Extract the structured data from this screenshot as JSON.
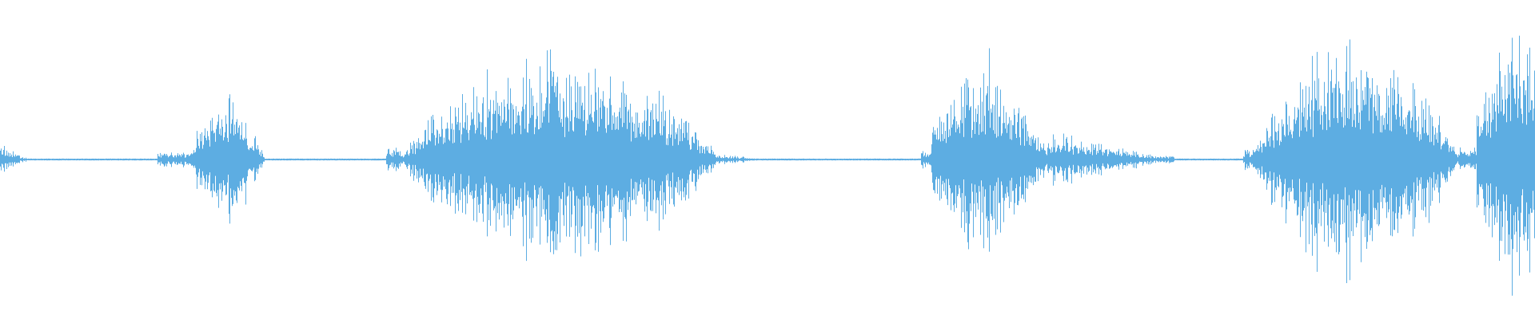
{
  "waveform": {
    "color": "#5DADE2",
    "background": "#FFFFFF",
    "baseline_amplitude": 0.006,
    "spike_density": 0.22,
    "seed": 20240517,
    "segments": [
      {
        "start": 0.0,
        "end": 0.017,
        "peak": 0.09,
        "shape": "decay"
      },
      {
        "start": 0.103,
        "end": 0.125,
        "peak": 0.04,
        "shape": "flat"
      },
      {
        "start": 0.122,
        "end": 0.172,
        "peak": 0.34,
        "shape": "bell"
      },
      {
        "start": 0.252,
        "end": 0.262,
        "peak": 0.06,
        "shape": "flat"
      },
      {
        "start": 0.26,
        "end": 0.468,
        "peak": 0.55,
        "shape": "bell"
      },
      {
        "start": 0.468,
        "end": 0.5,
        "peak": 0.03,
        "shape": "decay"
      },
      {
        "start": 0.6,
        "end": 0.608,
        "peak": 0.05,
        "shape": "flat"
      },
      {
        "start": 0.607,
        "end": 0.685,
        "peak": 0.6,
        "shape": "front"
      },
      {
        "start": 0.685,
        "end": 0.765,
        "peak": 0.14,
        "shape": "decay"
      },
      {
        "start": 0.81,
        "end": 0.82,
        "peak": 0.05,
        "shape": "flat"
      },
      {
        "start": 0.816,
        "end": 0.95,
        "peak": 0.62,
        "shape": "bell"
      },
      {
        "start": 0.95,
        "end": 0.968,
        "peak": 0.06,
        "shape": "flat"
      },
      {
        "start": 0.962,
        "end": 1.0,
        "peak": 0.74,
        "shape": "rise"
      }
    ]
  }
}
